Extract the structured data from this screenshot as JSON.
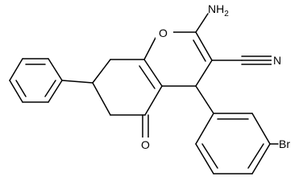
{
  "molecule": {
    "atom_labels": {
      "amino": "NH",
      "amino_subscript": "2",
      "ring_oxygen": "O",
      "nitrile_nitrogen": "N",
      "carbonyl_oxygen": "O",
      "bromine": "Br"
    },
    "colors": {
      "bond": "#000000",
      "label": "#000000",
      "background": "#ffffff"
    }
  }
}
